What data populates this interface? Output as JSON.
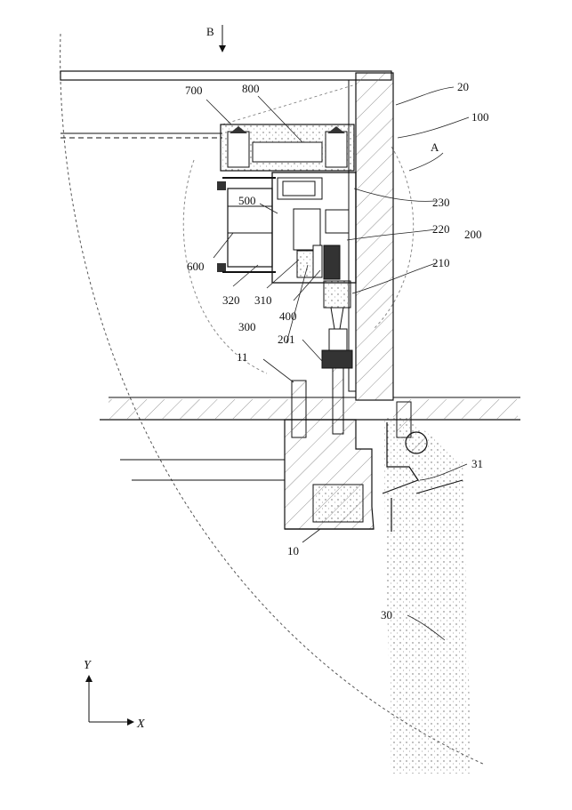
{
  "figure": {
    "view_marker": "B",
    "labels": {
      "l20": "20",
      "l100": "100",
      "lA": "A",
      "l700": "700",
      "l800": "800",
      "l230": "230",
      "l500": "500",
      "l220": "220",
      "l200": "200",
      "l600": "600",
      "l210": "210",
      "l320": "320",
      "l310": "310",
      "l400": "400",
      "l300": "300",
      "l201": "201",
      "l11": "11",
      "l31": "31",
      "l10": "10",
      "l30": "30"
    },
    "axes": {
      "y": "Y",
      "x": "X"
    }
  }
}
